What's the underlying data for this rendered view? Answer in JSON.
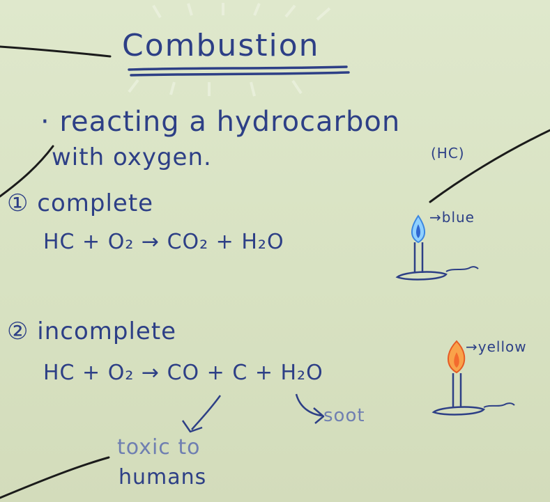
{
  "title": "Combustion",
  "definition": {
    "line1": "· reacting a hydrocarbon",
    "abbr": "(HC)",
    "line2": "with oxygen."
  },
  "complete": {
    "label": "① complete",
    "equation": "HC + O₂ → CO₂ + H₂O",
    "flame_label": "→blue"
  },
  "incomplete": {
    "label": "② incomplete",
    "equation": "HC + O₂ → CO + C + H₂O",
    "flame_label": "→yellow",
    "annotation_soot": "soot",
    "annotation_toxic_line1": "toxic to",
    "annotation_toxic_line2": "humans"
  },
  "colors": {
    "paper": "#d8e3c4",
    "ink": "#2d3f86",
    "flame_blue": "#4fa4f5",
    "flame_orange": "#ee6b2e"
  }
}
